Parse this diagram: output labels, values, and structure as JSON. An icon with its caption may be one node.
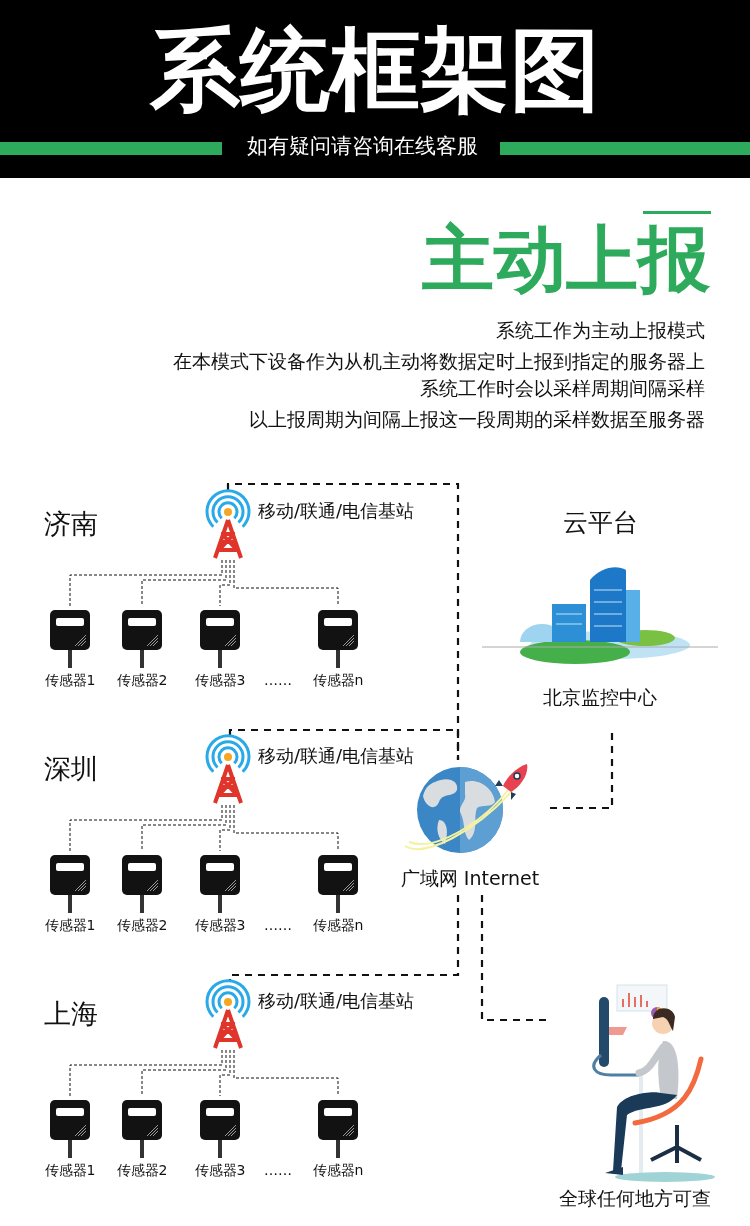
{
  "diagram": {
    "title": "系统框架图",
    "nodes": [
      {
        "text": [
          "移动/联通/电信基站"
        ]
      },
      {
        "text": [
          "传感器1"
        ]
      },
      {
        "text": [
          "传感器2"
        ]
      },
      {
        "text": [
          "传感器3"
        ]
      },
      {
        "text": [
          "传感器n"
        ]
      },
      {
        "text": [
          "云平台",
          "北京监控中心"
        ]
      },
      {
        "text": [
          "移动/联通/电信基站"
        ]
      },
      {
        "text": [
          "传感器1"
        ]
      },
      {
        "text": [
          "传感器2"
        ]
      },
      {
        "text": [
          "传感器3"
        ]
      },
      {
        "text": [
          "传感器n"
        ]
      },
      {
        "text": [
          "广域网 Internet"
        ]
      },
      {
        "text": [
          "移动/联通/电信基站"
        ]
      },
      {
        "text": [
          "传感器1"
        ]
      },
      {
        "text": [
          "传感器2"
        ]
      },
      {
        "text": [
          "传感器3"
        ]
      },
      {
        "text": [
          "传感器n"
        ]
      },
      {
        "text": [
          "全球任何地方可查"
        ]
      }
    ],
    "edges": [
      {
        "from": 0,
        "to": 1,
        "arrow": "none",
        "style": "dashed"
      },
      {
        "from": 0,
        "to": 2,
        "arrow": "none",
        "style": "dashed"
      },
      {
        "from": 0,
        "to": 3,
        "arrow": "none",
        "style": "dashed"
      },
      {
        "from": 0,
        "to": 4,
        "arrow": "none",
        "style": "dashed"
      },
      {
        "from": 0,
        "to": 11,
        "arrow": "none",
        "style": "dashed"
      },
      {
        "from": 6,
        "to": 11,
        "arrow": "none",
        "style": "dashed"
      },
      {
        "from": 6,
        "to": 7,
        "arrow": "none",
        "style": "dashed"
      },
      {
        "from": 6,
        "to": 8,
        "arrow": "none",
        "style": "dashed"
      },
      {
        "from": 6,
        "to": 9,
        "arrow": "none",
        "style": "dashed"
      },
      {
        "from": 6,
        "to": 10,
        "arrow": "none",
        "style": "dashed"
      },
      {
        "from": 11,
        "to": 5,
        "arrow": "none",
        "style": "dashed"
      },
      {
        "from": 11,
        "to": 12,
        "arrow": "none",
        "style": "dashed"
      },
      {
        "from": 11,
        "to": 17,
        "arrow": "none",
        "style": "dashed"
      },
      {
        "from": 12,
        "to": 13,
        "arrow": "none",
        "style": "dashed"
      },
      {
        "from": 12,
        "to": 14,
        "arrow": "none",
        "style": "dashed"
      },
      {
        "from": 12,
        "to": 15,
        "arrow": "none",
        "style": "dashed"
      },
      {
        "from": 12,
        "to": 16,
        "arrow": "none",
        "style": "dashed"
      }
    ],
    "labels": [
      "如有疑问请咨询在线客服",
      "主动上报",
      "系统工作为主动上报模式",
      "在本模式下设备作为从机主动将数据定时上报到指定的服务器上",
      "系统工作时会以采样周期间隔采样",
      "以上报周期为间隔上报这一段周期的采样数据至服务器",
      "济南",
      "……",
      "深圳",
      "……",
      "上海",
      "……"
    ]
  }
}
